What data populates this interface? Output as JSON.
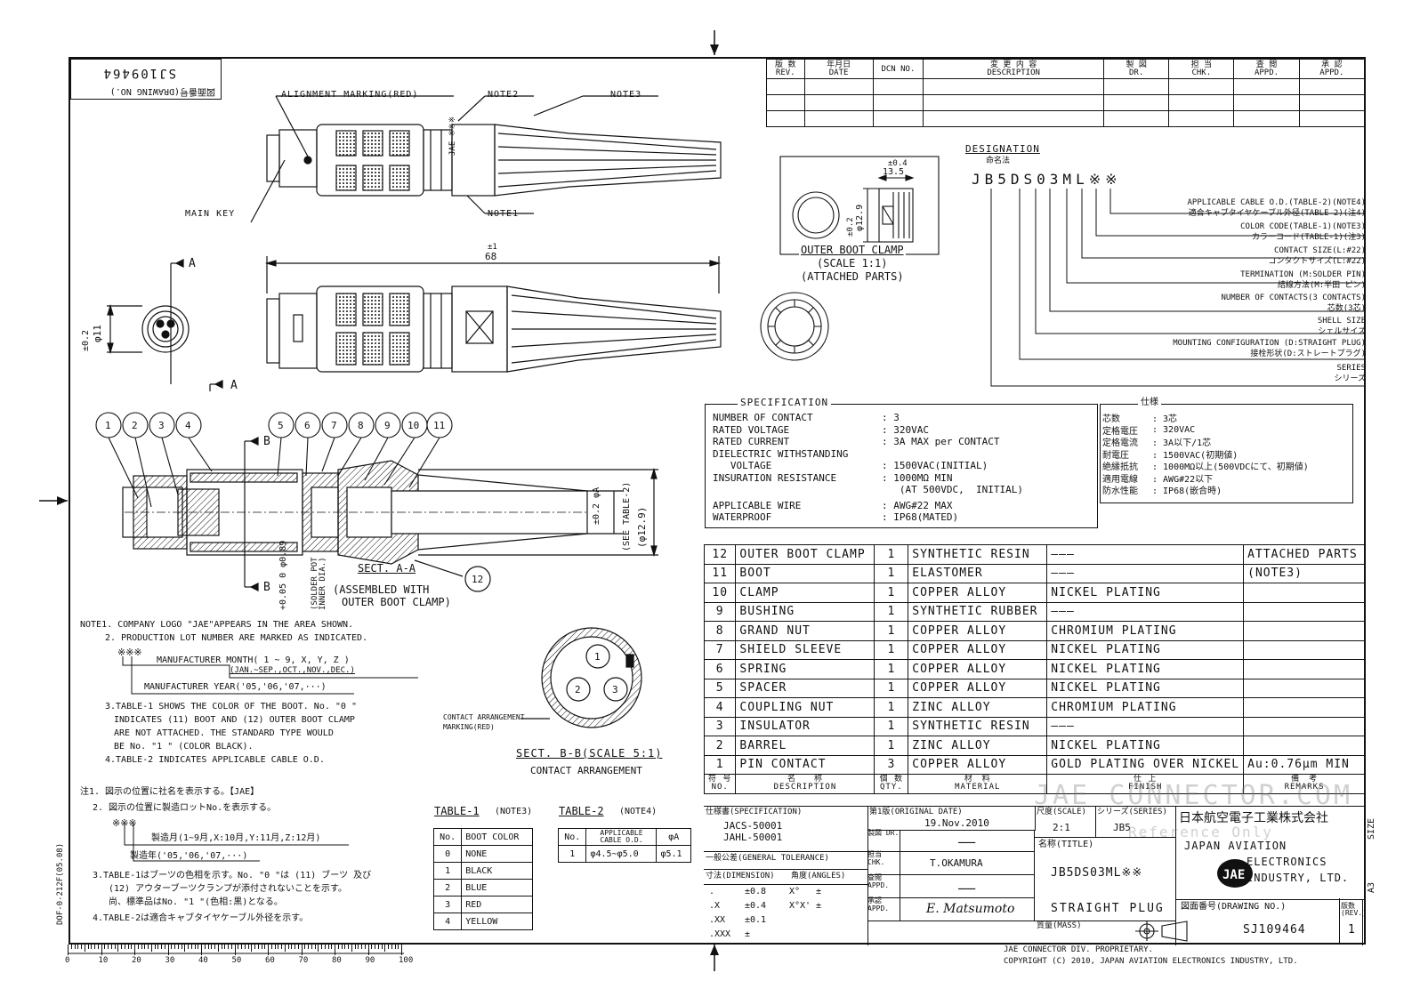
{
  "drawing_no_mirrored": "SJ109464",
  "drawing_no_label_mirrored": "図面番号(DRAWING NO.)",
  "callouts": {
    "alignment": "ALIGNMENT MARKING(RED)",
    "note2": "NOTE2",
    "note3": "NOTE3",
    "main_key": "MAIN KEY",
    "note1": "NOTE1",
    "jae_mark": "JAE ※※※"
  },
  "dims": {
    "tol1": "±1",
    "len68": "68",
    "tol02": "±0.2",
    "d11": "φ11",
    "secA": "A",
    "secB": "B",
    "see_table": "(SEE TABLE-2)",
    "d129": "(φ12.9)",
    "phiA": "±0.2 φA",
    "d089": "+0.05 0 φ0.89",
    "solder": "(SOLDER POT INNER DIA.)",
    "sect_aa": "SECT. A-A",
    "assembled1": "(ASSEMBLED WITH",
    "assembled2": "OUTER BOOT CLAMP)"
  },
  "balloons": [
    "1",
    "2",
    "3",
    "4",
    "5",
    "6",
    "7",
    "8",
    "9",
    "10",
    "11",
    "12"
  ],
  "boot_clamp": {
    "tol": "±0.4",
    "w": "13.5",
    "tol2": "±0.2",
    "d": "φ12.9",
    "title": "OUTER BOOT CLAMP",
    "scale": "(SCALE 1:1)",
    "attached": "(ATTACHED PARTS)"
  },
  "revision": {
    "headers": [
      {
        "jp": "版 数",
        "en": "REV."
      },
      {
        "jp": "年月日",
        "en": "DATE"
      },
      {
        "jp": "",
        "en": "DCN NO."
      },
      {
        "jp": "変 更 内 容",
        "en": "DESCRIPTION"
      },
      {
        "jp": "製 図",
        "en": "DR."
      },
      {
        "jp": "担 当",
        "en": "CHK."
      },
      {
        "jp": "査 閲",
        "en": "APPD."
      },
      {
        "jp": "承 認",
        "en": "APPD."
      }
    ]
  },
  "designation": {
    "title": "DESIGNATION",
    "title_jp": "命名法",
    "code": "JB5DS03ML※※",
    "items": [
      {
        "en": "APPLICABLE CABLE O.D.(TABLE-2)(NOTE4)",
        "jp": "適合キャブタイヤケーブル外径(TABLE-2)(注4)"
      },
      {
        "en": "COLOR CODE(TABLE-1)(NOTE3)",
        "jp": "カラーコード(TABLE-1)(注3)"
      },
      {
        "en": "CONTACT SIZE(L:#22)",
        "jp": "コンタクトサイズ(L:#22)"
      },
      {
        "en": "TERMINATION (M:SOLDER PIN)",
        "jp": "結線方法(M:半田 ピン)"
      },
      {
        "en": "NUMBER OF CONTACTS(3 CONTACTS)",
        "jp": "芯数(3芯)"
      },
      {
        "en": "SHELL SIZE",
        "jp": "シェルサイズ"
      },
      {
        "en": "MOUNTING CONFIGURATION (D:STRAIGHT PLUG)",
        "jp": "接栓形状(D:ストレートプラグ)"
      },
      {
        "en": "SERIES",
        "jp": "シリーズ"
      }
    ]
  },
  "spec": {
    "title": "SPECIFICATION",
    "rows": [
      {
        "k": "NUMBER OF CONTACT",
        "v": ":  3"
      },
      {
        "k": "RATED VOLTAGE",
        "v": ":  320VAC"
      },
      {
        "k": "RATED CURRENT",
        "v": ":  3A MAX per CONTACT"
      },
      {
        "k": "DIELECTRIC WITHSTANDING",
        "v": ""
      },
      {
        "k": "   VOLTAGE",
        "v": ":  1500VAC(INITIAL)"
      },
      {
        "k": "INSURATION RESISTANCE",
        "v": ":  1000MΩ MIN"
      },
      {
        "k": "",
        "v": "   (AT 500VDC,  INITIAL)"
      },
      {
        "k": "APPLICABLE WIRE",
        "v": ":  AWG#22 MAX"
      },
      {
        "k": "WATERPROOF",
        "v": ":  IP68(MATED)"
      }
    ]
  },
  "spec_jp": {
    "title": "仕様",
    "rows": [
      {
        "k": "芯数",
        "v": ":  3芯"
      },
      {
        "k": "定格電圧",
        "v": ":  320VAC"
      },
      {
        "k": "定格電流",
        "v": ":  3A以下/1芯"
      },
      {
        "k": "耐電圧",
        "v": ":  1500VAC(初期値)"
      },
      {
        "k": "絶縁抵抗",
        "v": ":  1000MΩ以上(500VDCにて、初期値)"
      },
      {
        "k": "適用電線",
        "v": ":  AWG#22以下"
      },
      {
        "k": "防水性能",
        "v": ":  IP68(嵌合時)"
      }
    ]
  },
  "bom": {
    "rows": [
      {
        "no": "12",
        "desc": "OUTER BOOT CLAMP",
        "qty": "1",
        "mat": "SYNTHETIC RESIN",
        "fin": "———",
        "rem": "ATTACHED PARTS"
      },
      {
        "no": "11",
        "desc": "BOOT",
        "qty": "1",
        "mat": "ELASTOMER",
        "fin": "———",
        "rem": "(NOTE3)"
      },
      {
        "no": "10",
        "desc": "CLAMP",
        "qty": "1",
        "mat": "COPPER ALLOY",
        "fin": "NICKEL PLATING",
        "rem": ""
      },
      {
        "no": "9",
        "desc": "BUSHING",
        "qty": "1",
        "mat": "SYNTHETIC RUBBER",
        "fin": "———",
        "rem": ""
      },
      {
        "no": "8",
        "desc": "GRAND NUT",
        "qty": "1",
        "mat": "COPPER ALLOY",
        "fin": "CHROMIUM PLATING",
        "rem": ""
      },
      {
        "no": "7",
        "desc": "SHIELD SLEEVE",
        "qty": "1",
        "mat": "COPPER ALLOY",
        "fin": "NICKEL PLATING",
        "rem": ""
      },
      {
        "no": "6",
        "desc": "SPRING",
        "qty": "1",
        "mat": "COPPER ALLOY",
        "fin": "NICKEL PLATING",
        "rem": ""
      },
      {
        "no": "5",
        "desc": "SPACER",
        "qty": "1",
        "mat": "COPPER ALLOY",
        "fin": "NICKEL PLATING",
        "rem": ""
      },
      {
        "no": "4",
        "desc": "COUPLING NUT",
        "qty": "1",
        "mat": "ZINC ALLOY",
        "fin": "CHROMIUM PLATING",
        "rem": ""
      },
      {
        "no": "3",
        "desc": "INSULATOR",
        "qty": "1",
        "mat": "SYNTHETIC RESIN",
        "fin": "———",
        "rem": ""
      },
      {
        "no": "2",
        "desc": "BARREL",
        "qty": "1",
        "mat": "ZINC ALLOY",
        "fin": "NICKEL PLATING",
        "rem": ""
      },
      {
        "no": "1",
        "desc": "PIN CONTACT",
        "qty": "3",
        "mat": "COPPER ALLOY",
        "fin": "GOLD PLATING OVER NICKEL",
        "rem": "Au:0.76μm MIN"
      }
    ],
    "header": {
      "no_jp": "符 号",
      "no": "NO.",
      "desc_jp": "名　　称",
      "desc": "DESCRIPTION",
      "qty_jp": "個 数",
      "qty": "QTY.",
      "mat_jp": "材　料",
      "mat": "MATERIAL",
      "fin_jp": "仕 上",
      "fin": "FINISH",
      "rem_jp": "備　考",
      "rem": "REMARKS"
    }
  },
  "notes": {
    "n1": "NOTE1. COMPANY LOGO \"JAE\"APPEARS IN THE AREA SHOWN.",
    "n2": "2. PRODUCTION LOT NUMBER ARE MARKED AS INDICATED.",
    "lot": "※※※",
    "month": "MANUFACTURER MONTH( 1 ~ 9, X, Y, Z )",
    "month2": "(JAN.~SEP.,OCT.,NOV.,DEC.)",
    "year": "MANUFACTURER YEAR('05,'06,'07,···)",
    "n3a": "3.TABLE-1 SHOWS THE COLOR OF THE BOOT. No. \"0 \"",
    "n3b": "INDICATES (11) BOOT AND (12) OUTER BOOT CLAMP",
    "n3c": "ARE NOT ATTACHED. THE STANDARD TYPE WOULD",
    "n3d": "BE No. \"1 \" (COLOR BLACK).",
    "n4": "4.TABLE-2 INDICATES APPLICABLE CABLE O.D."
  },
  "notes_jp": {
    "n1": "注1. 図示の位置に社名を表示する。【JAE】",
    "n2": "2. 図示の位置に製造ロットNo.を表示する。",
    "lot": "※※※",
    "month": "製造月(1~9月,X:10月,Y:11月,Z:12月)",
    "year": "製造年('05,'06,'07,···)",
    "n3a": "3.TABLE-1はブーツの色相を示す。No. \"0 \"は (11) ブーツ 及び",
    "n3b": "(12) アウターブーツクランプが添付されないことを示す。",
    "n3c": "尚、標準品はNo. \"1 \"(色相:黒)となる。",
    "n4": "4.TABLE-2は適合キャブタイヤケーブル外径を示す。"
  },
  "table1": {
    "title": "TABLE-1",
    "note": "(NOTE3)",
    "headers": [
      "No.",
      "BOOT COLOR"
    ],
    "rows": [
      [
        "0",
        "NONE"
      ],
      [
        "1",
        "BLACK"
      ],
      [
        "2",
        "BLUE"
      ],
      [
        "3",
        "RED"
      ],
      [
        "4",
        "YELLOW"
      ]
    ]
  },
  "table2": {
    "title": "TABLE-2",
    "note": "(NOTE4)",
    "headers": [
      "No.",
      "APPLICABLE CABLE O.D.",
      "φA"
    ],
    "rows": [
      [
        "1",
        "φ4.5~φ5.0",
        "φ5.1"
      ]
    ]
  },
  "sect_bb": {
    "marking": "CONTACT ARRANGEMENT",
    "marking2": "MARKING(RED)",
    "title": "SECT. B-B(SCALE 5:1)",
    "sub": "CONTACT ARRANGEMENT",
    "pins": [
      "1",
      "2",
      "3"
    ]
  },
  "title_block": {
    "spec_label": "仕様書(SPECIFICATION)",
    "spec1": "JACS-50001",
    "spec2": "JAHL-50001",
    "orig_label": "第1版(ORIGINAL DATE)",
    "orig_date": "19.Nov.2010",
    "scale_label": "尺度(SCALE)",
    "scale": "2:1",
    "series_label": "シリーズ(SERIES)",
    "series": "JB5",
    "company_jp": "日本航空電子工業株式会社",
    "company1": "JAPAN AVIATION",
    "company2": "ELECTRONICS",
    "company3": "INDUSTRY, LTD.",
    "logo": "JAE",
    "dr": "製図 DR.",
    "chk": "担当 CHK.",
    "appd1": "査閲 APPD.",
    "appd2": "承認 APPD.",
    "dash": "——",
    "chk_name": "T.OKAMURA",
    "appd_sign": "E. Matsumoto",
    "tol_label": "一般公差(GENERAL TOLERANCE)",
    "dim_label": "寸法(DIMENSION)",
    "ang_label": "角度(ANGLES)",
    "tol_rows": [
      [
        ".",
        "±0.8",
        "X°",
        "±"
      ],
      [
        ".X",
        "±0.4",
        "X°X'",
        "±"
      ],
      [
        ".XX",
        "±0.1",
        "",
        ""
      ],
      [
        ".XXX",
        "±",
        "",
        ""
      ]
    ],
    "title_label": "名称(TITLE)",
    "title1": "JB5DS03ML※※",
    "title2": "STRAIGHT PLUG",
    "mass_label": "質量(MASS)",
    "dwg_label": "図面番号(DRAWING NO.)",
    "dwg_no": "SJ109464",
    "rev_label": "版数 (REV.)",
    "rev": "1",
    "size_label": "SIZE",
    "size": "A3",
    "watermark1": "JAE CONNECTOR.COM",
    "watermark2": "Reference Only"
  },
  "footer": {
    "line1": "JAE CONNECTOR DIV. PROPRIETARY.",
    "line2": "COPYRIGHT (C) 2010, JAPAN AVIATION ELECTRONICS INDUSTRY, LTD.",
    "form_no": "DOF-0-212F(05.08)",
    "ruler": [
      "0",
      "10",
      "20",
      "30",
      "40",
      "50",
      "60",
      "70",
      "80",
      "90",
      "100"
    ]
  }
}
